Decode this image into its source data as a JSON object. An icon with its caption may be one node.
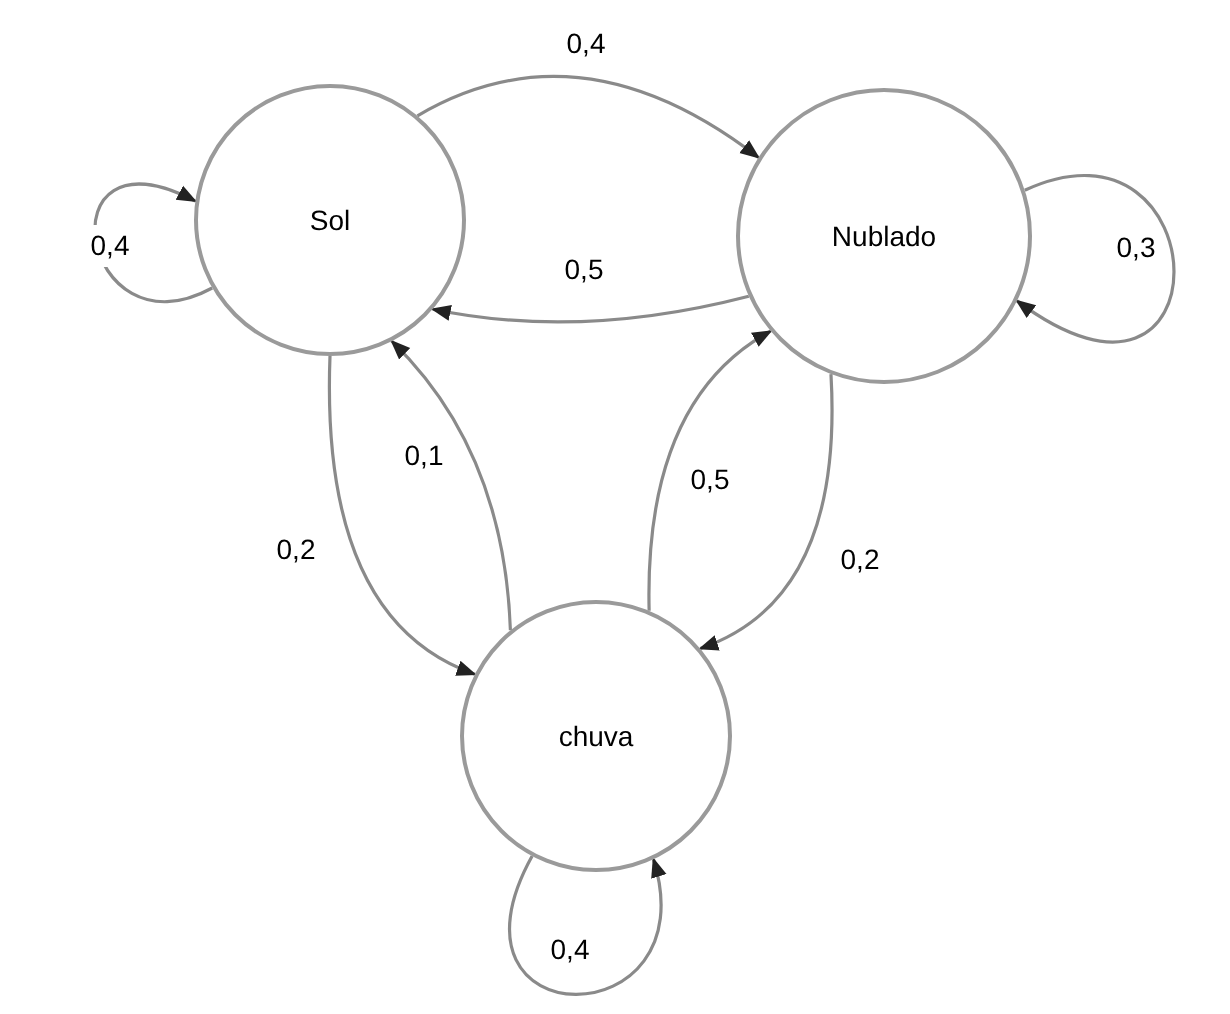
{
  "diagram": {
    "nodes": [
      {
        "text": [
          "Sol"
        ]
      },
      {
        "text": [
          "Nublado"
        ]
      },
      {
        "text": [
          "chuva"
        ]
      }
    ],
    "edges": [
      {
        "from": 0,
        "to": 0,
        "arrow": "to",
        "label": "0,4"
      },
      {
        "from": 0,
        "to": 1,
        "arrow": "to",
        "label": "0,4"
      },
      {
        "from": 1,
        "to": 0,
        "arrow": "to",
        "label": "0,5"
      },
      {
        "from": 1,
        "to": 1,
        "arrow": "to",
        "label": "0,3"
      },
      {
        "from": 2,
        "to": 0,
        "arrow": "to",
        "label": "0,1"
      },
      {
        "from": 0,
        "to": 2,
        "arrow": "to",
        "label": "0,2"
      },
      {
        "from": 2,
        "to": 1,
        "arrow": "to",
        "label": "0,5"
      },
      {
        "from": 1,
        "to": 2,
        "arrow": "to",
        "label": "0,2"
      },
      {
        "from": 2,
        "to": 2,
        "arrow": "to",
        "label": "0,4"
      }
    ]
  }
}
